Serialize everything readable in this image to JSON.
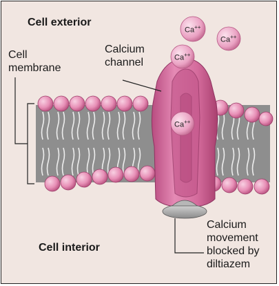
{
  "labels": {
    "cell_exterior": "Cell exterior",
    "cell_membrane_line1": "Cell",
    "cell_membrane_line2": "membrane",
    "calcium_channel_line1": "Calcium",
    "calcium_channel_line2": "channel",
    "cell_interior": "Cell interior",
    "blocked_line1": "Calcium",
    "blocked_line2": "movement",
    "blocked_line3": "blocked by",
    "blocked_line4": "diltiazem"
  },
  "ions": {
    "symbol": "Ca",
    "charge": "++"
  },
  "colors": {
    "background": "#f1e6e1",
    "bilayer_gray": "#8e8e8e",
    "lipid_head": "#e78fb6",
    "channel": "#d96fa0",
    "blocker": "#a8a8a8"
  }
}
